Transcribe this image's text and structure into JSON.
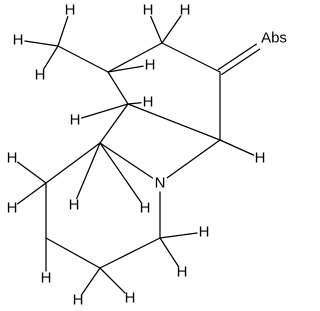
{
  "molecule": {
    "atom_labels": {
      "n1": "N",
      "o1": "Abs",
      "h_me1": "H",
      "h_me2": "H",
      "h_me3": "H",
      "h_c2": "H",
      "h_c3a": "H",
      "h_c3b": "H",
      "h_c6": "H",
      "h_c7a": "H",
      "h_c7b": "H",
      "h_c8": "H",
      "h_c9a": "H",
      "h_c9b": "H",
      "h_c10a": "H",
      "h_c10b": "H",
      "h_c11a": "H",
      "h_c11b": "H",
      "h_c12a": "H",
      "h_c12b": "H"
    }
  }
}
